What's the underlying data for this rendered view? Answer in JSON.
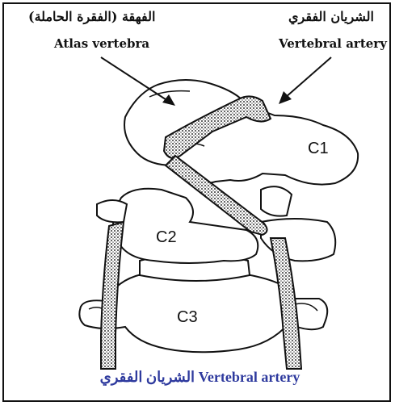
{
  "labels": {
    "atlas_arabic": "الفهقة (الفقرة الحاملة)",
    "atlas_english": "Atlas vertebra",
    "artery_arabic": "الشريان الفقري",
    "artery_english": "Vertebral artery",
    "c1": "C1",
    "c2": "C2",
    "c3": "C3"
  },
  "caption": {
    "english": "Vertebral artery",
    "arabic": "الشريان الفقري"
  },
  "colors": {
    "caption": "#2e3a9e",
    "stroke": "#111111",
    "stipple": "#555555"
  }
}
